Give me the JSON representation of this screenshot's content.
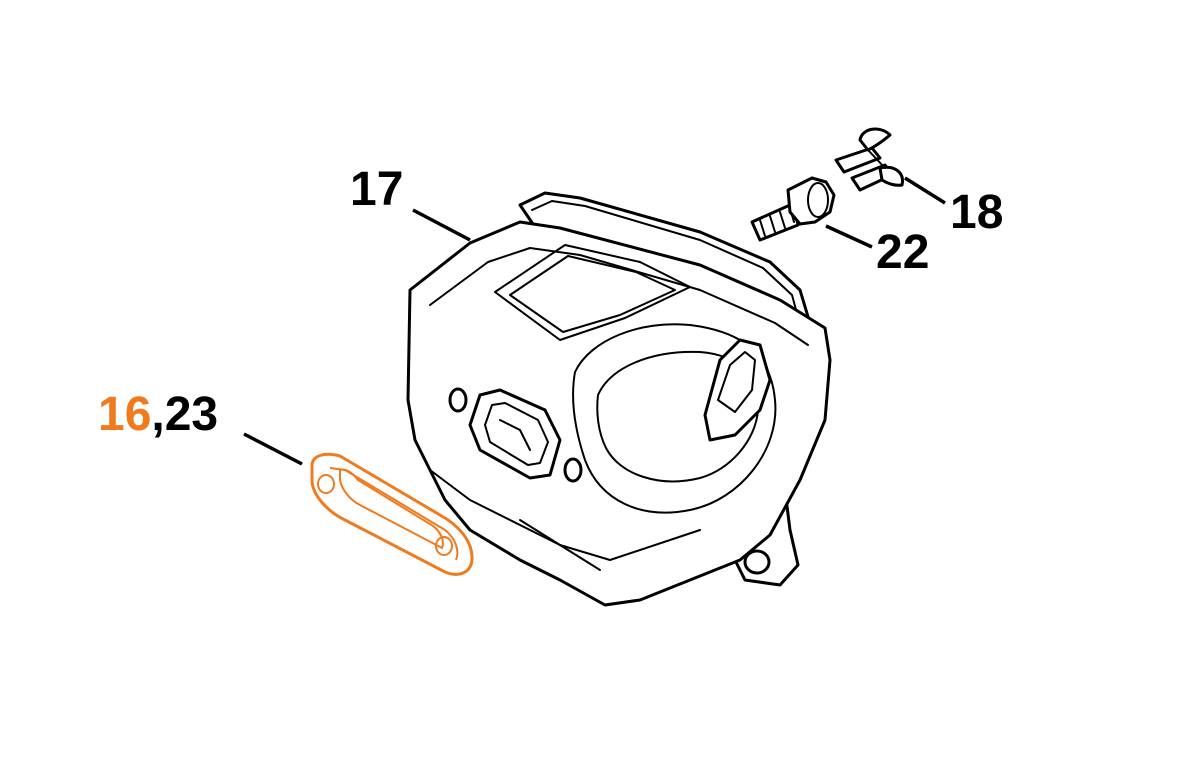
{
  "colors": {
    "highlight": "#f07a1e",
    "line": "#000000",
    "background": "#ffffff"
  },
  "callouts": {
    "muffler": {
      "label": "17"
    },
    "washer": {
      "label": "18"
    },
    "screw": {
      "label": "22"
    },
    "gasket": {
      "label_highlighted": "16",
      "label_rest": ",23"
    }
  }
}
